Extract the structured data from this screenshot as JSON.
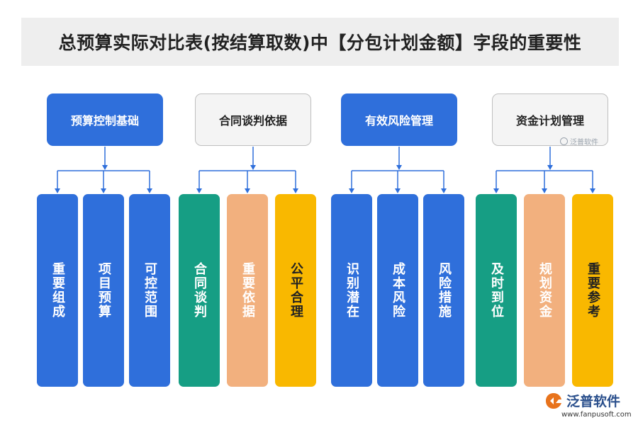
{
  "title": "总预算实际对比表(按结算取数)中【分包计划金额】字段的重要性",
  "groups": [
    {
      "label": "预算控制基础",
      "style": "blue",
      "items": [
        {
          "label": "重要组成",
          "color": "blue"
        },
        {
          "label": "项目预算",
          "color": "blue"
        },
        {
          "label": "可控范围",
          "color": "blue"
        }
      ]
    },
    {
      "label": "合同谈判依据",
      "style": "white",
      "items": [
        {
          "label": "合同谈判",
          "color": "teal"
        },
        {
          "label": "重要依据",
          "color": "peach"
        },
        {
          "label": "公平合理",
          "color": "yellow"
        }
      ]
    },
    {
      "label": "有效风险管理",
      "style": "blue",
      "items": [
        {
          "label": "识别潜在",
          "color": "blue"
        },
        {
          "label": "成本风险",
          "color": "blue"
        },
        {
          "label": "风险措施",
          "color": "blue"
        }
      ]
    },
    {
      "label": "资金计划管理",
      "style": "white",
      "items": [
        {
          "label": "及时到位",
          "color": "teal"
        },
        {
          "label": "规划资金",
          "color": "peach"
        },
        {
          "label": "重要参考",
          "color": "yellow"
        }
      ]
    }
  ],
  "colors": {
    "blue": "#2f6fdb",
    "teal": "#169e84",
    "peach": "#f2b07e",
    "yellow": "#f9b800",
    "connector": "#2f6fdb"
  },
  "watermark": {
    "small": "泛普软件",
    "logo": "泛普软件",
    "url": "www.fanpusoft.com"
  }
}
